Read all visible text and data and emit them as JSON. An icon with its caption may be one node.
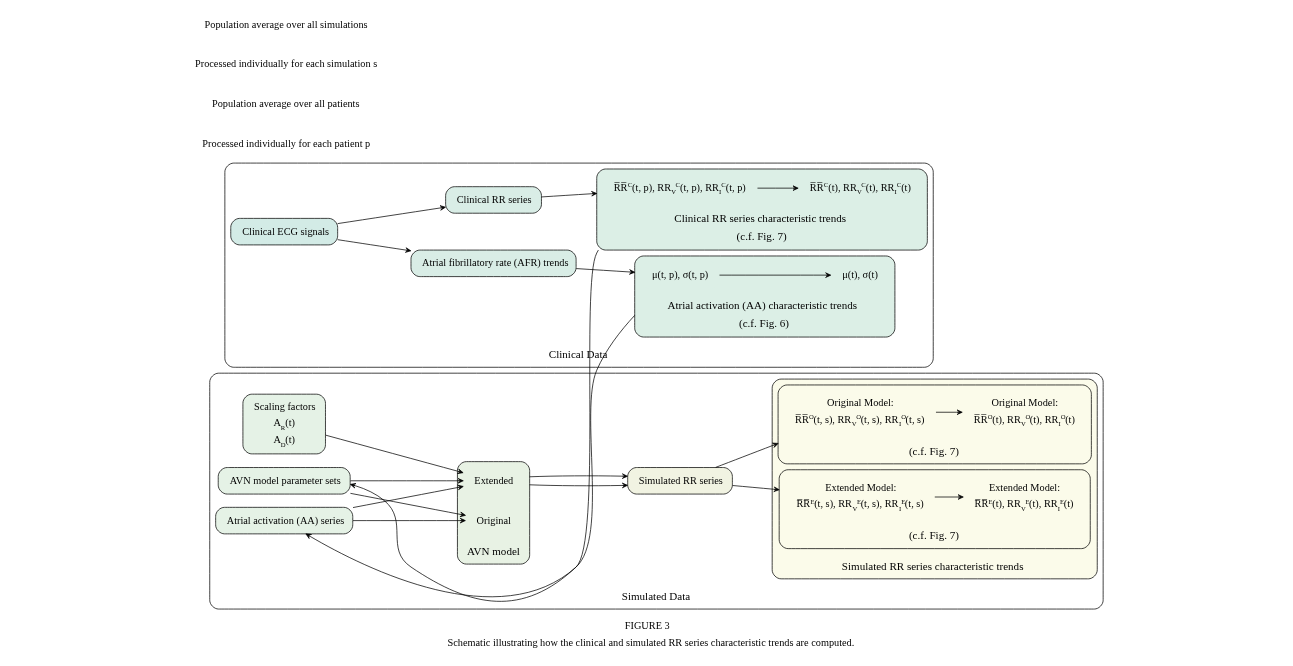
{
  "diagram": {
    "title": "FIGURE 3",
    "caption": "Schematic illustrating how the clinical and simulated RR series characteristic trends are computed.",
    "nodes": [
      {
        "text": [
          "Clinical Data"
        ]
      },
      {
        "text": [
          "Clinical ECG signals"
        ],
        "in": 0
      },
      {
        "text": [
          "Atrial fibrillatory rate (AFR) trends"
        ],
        "in": 0
      },
      {
        "text": [
          "Clinical RR series"
        ],
        "in": 0
      },
      {
        "text": [
          "Atrial activation (AA) characteristic trends",
          "(c.f. Fig. 6)"
        ],
        "in": 0
      },
      {
        "text": [
          "μ(t, p), σ(t, p)"
        ],
        "in": 4
      },
      {
        "text": [
          "μ(t), σ(t)"
        ],
        "in": 4
      },
      {
        "text": [
          "Clinical RR series characteristic trends",
          "(c.f. Fig. 7)"
        ],
        "in": 0
      },
      {
        "text": [
          "R̅R̅$^{C}$(t, p), RR$_{V}$$^{C}$(t, p), RR$_{I}$$^{C}$(t, p)"
        ],
        "in": 7
      },
      {
        "text": [
          "R̅R̅$^{C}$(t), RR$_{V}$$^{C}$(t), RR$_{I}$$^{C}$(t)"
        ],
        "in": 7
      },
      {
        "text": [
          "Simulated Data"
        ]
      },
      {
        "text": [
          "Scaling factors",
          "A$_{R}$(t)",
          "A$_{D}$(t)"
        ],
        "in": 10
      },
      {
        "text": [
          "AVN model parameter sets"
        ],
        "in": 10
      },
      {
        "text": [
          "Atrial activation (AA) series"
        ],
        "in": 10
      },
      {
        "text": [
          "AVN model"
        ],
        "in": 10
      },
      {
        "text": [
          "Extended"
        ],
        "in": 14
      },
      {
        "text": [
          "Original"
        ],
        "in": 14
      },
      {
        "text": [
          "Simulated RR series"
        ],
        "in": 10
      },
      {
        "text": [
          "Simulated RR series characteristic trends"
        ],
        "in": 10
      },
      {
        "text": [
          "(c.f. Fig. 7)"
        ],
        "in": 18
      },
      {
        "text": [
          "Original Model:",
          "R̅R̅$^{O}$(t, s), RR$_{V}$$^{O}$(t, s), RR$_{I}$$^{O}$(t, s)"
        ],
        "in": 19
      },
      {
        "text": [
          "Original Model:",
          "R̅R̅$^{O}$(t), RR$_{V}$$^{O}$(t), RR$_{I}$$^{O}$(t)"
        ],
        "in": 19
      },
      {
        "text": [
          "(c.f. Fig. 7)"
        ],
        "in": 18
      },
      {
        "text": [
          "Extended Model:",
          "R̅R̅$^{E}$(t, s), RR$_{V}$$^{E}$(t, s), RR$_{I}$$^{E}$(t, s)"
        ],
        "in": 22
      },
      {
        "text": [
          "Extended Model:",
          "R̅R̅$^{E}$(t), RR$_{V}$$^{E}$(t), RR$_{I}$$^{E}$(t)"
        ],
        "in": 22
      }
    ],
    "edges": [
      {
        "from": 1,
        "to": 2,
        "arrow": "to"
      },
      {
        "from": 1,
        "to": 3,
        "arrow": "to"
      },
      {
        "from": 2,
        "to": 4,
        "arrow": "to"
      },
      {
        "from": 3,
        "to": 7,
        "arrow": "to"
      },
      {
        "from": 5,
        "to": 6,
        "arrow": "to"
      },
      {
        "from": 8,
        "to": 9,
        "arrow": "to"
      },
      {
        "from": 7,
        "to": 12,
        "arrow": "to"
      },
      {
        "from": 4,
        "to": 13,
        "arrow": "to"
      },
      {
        "from": 11,
        "to": 15,
        "arrow": "to"
      },
      {
        "from": 12,
        "to": 15,
        "arrow": "to"
      },
      {
        "from": 13,
        "to": 15,
        "arrow": "to"
      },
      {
        "from": 12,
        "to": 16,
        "arrow": "to"
      },
      {
        "from": 13,
        "to": 16,
        "arrow": "to"
      },
      {
        "from": 14,
        "to": 17,
        "arrow": "to"
      },
      {
        "from": 14,
        "to": 17,
        "arrow": "to"
      },
      {
        "from": 17,
        "to": 19,
        "arrow": "to"
      },
      {
        "from": 17,
        "to": 22,
        "arrow": "to"
      },
      {
        "from": 20,
        "to": 21,
        "arrow": "to"
      },
      {
        "from": 23,
        "to": 24,
        "arrow": "to"
      }
    ],
    "labels": [
      "Processed individually for each patient p",
      "Population average over all patients",
      "Processed individually for each simulation s",
      "Population average over all simulations"
    ]
  }
}
